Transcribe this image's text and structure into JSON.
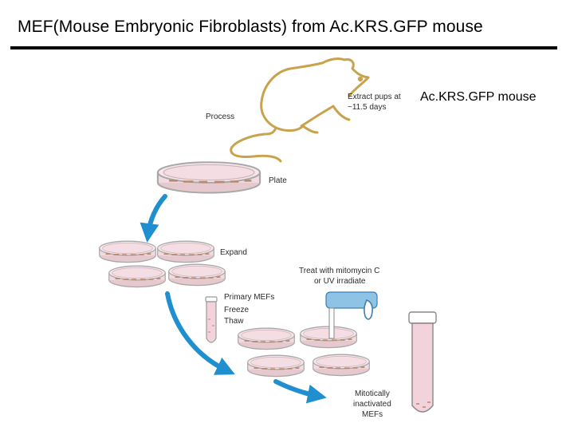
{
  "title": "MEF(Mouse Embryonic Fibroblasts) from Ac.KRS.GFP mouse",
  "mouse_label": "Ac.KRS.GFP mouse",
  "steps": {
    "process": "Process",
    "extract_line1": "Extract pups at",
    "extract_line2": "~11.5 days",
    "plate": "Plate",
    "expand": "Expand",
    "primary_mefs": "Primary MEFs",
    "freeze": "Freeze",
    "thaw": "Thaw",
    "treat_line1": "Treat with mitomycin C",
    "treat_line2": "or UV irradiate",
    "result_line1": "Mitotically",
    "result_line2": "inactivated",
    "result_line3": "MEFs"
  },
  "colors": {
    "mouse_outline": "#c9a24e",
    "arrow": "#1f8fd0",
    "dish_rim": "#a7a7a7",
    "dish_fill": "#f4dde3",
    "cells": "#b8886a",
    "pipette": "#8fc3e6",
    "tube_fill": "#f2d3dc"
  }
}
